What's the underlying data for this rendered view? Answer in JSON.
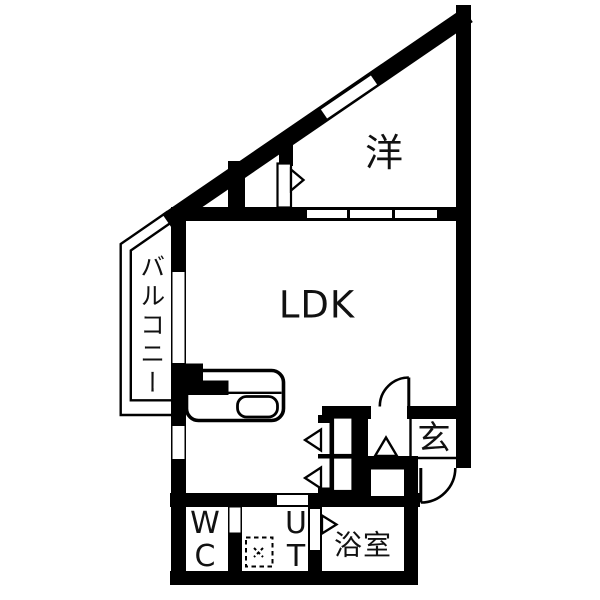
{
  "floorplan": {
    "rooms": {
      "western": {
        "label": "洋"
      },
      "ldk": {
        "label": "LDK"
      },
      "balcony": {
        "label": "バルコニー"
      },
      "entrance": {
        "label": "玄"
      },
      "wc": {
        "label": "WC",
        "line1": "W",
        "line2": "C"
      },
      "utility": {
        "label": "UT",
        "line1": "U",
        "line2": "T"
      },
      "bathroom": {
        "label": "浴室"
      }
    },
    "colors": {
      "wall": "#000000",
      "floor": "#ffffff"
    }
  }
}
